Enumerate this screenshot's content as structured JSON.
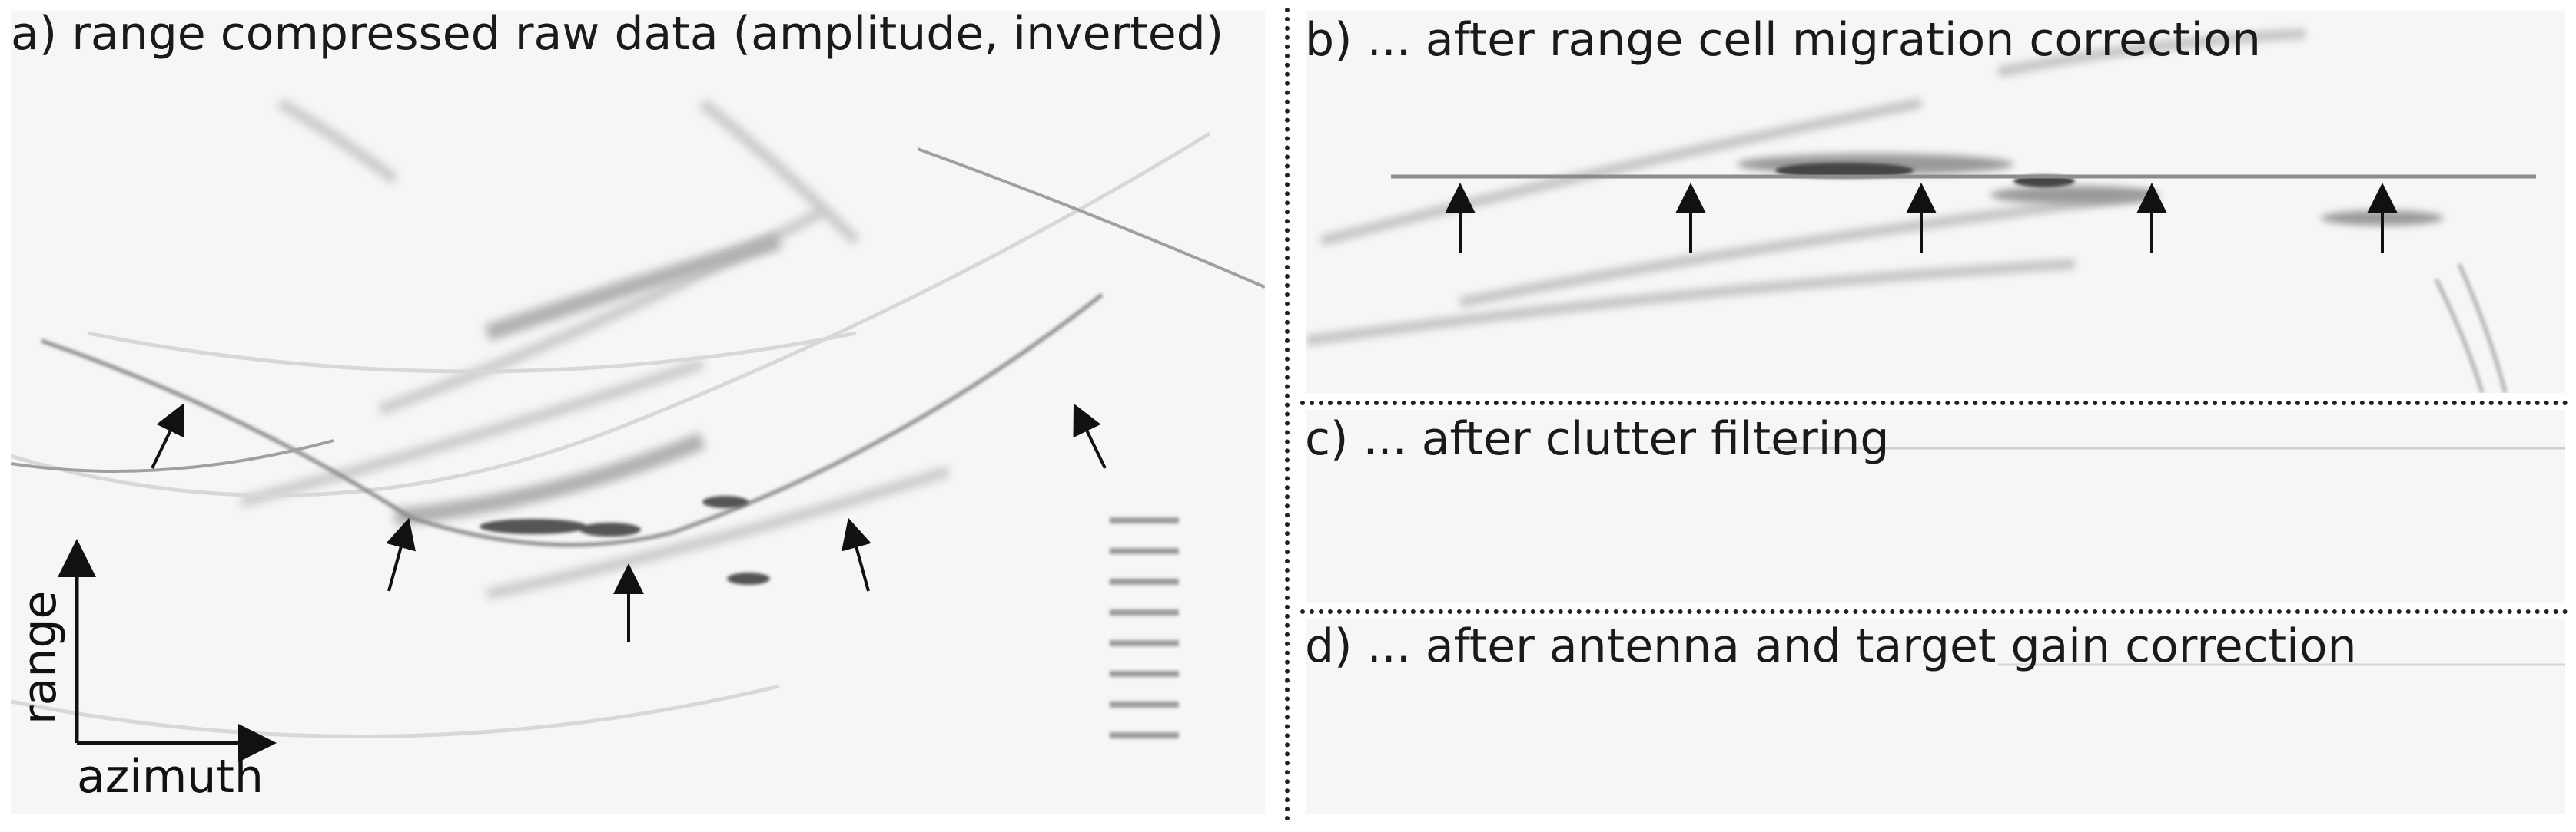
{
  "panels": {
    "a": {
      "label": "a) range compressed raw data (amplitude, inverted)"
    },
    "b": {
      "label": "b) ... after range cell migration correction"
    },
    "c": {
      "label": "c) ... after clutter filtering"
    },
    "d": {
      "label": "d) ... after antenna and target gain correction"
    }
  },
  "axes": {
    "vertical": "range",
    "horizontal": "azimuth"
  },
  "colors": {
    "background": "#f6f6f6",
    "ink": "#111111"
  }
}
